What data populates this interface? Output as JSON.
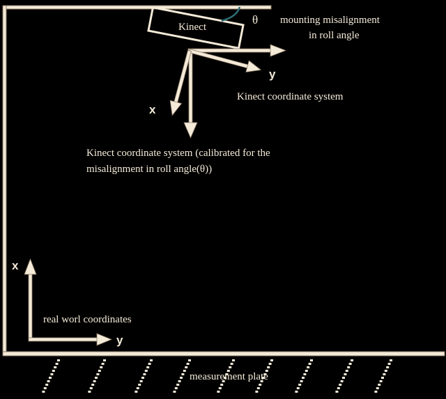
{
  "labels": {
    "theta": "θ",
    "mounting": "mounting misalignment",
    "mounting_roll": "in roll angle",
    "kinect": "Kinect",
    "kinect_cs": "Kinect coordinate system",
    "calibrated_line1": "Kinect coordinate system (calibrated for the",
    "calibrated_line2": "misalignment in roll angle(θ))",
    "real_world": "real worl coordinates",
    "measurement_plate": "measurement plate"
  },
  "axes": {
    "kinect_x": "x",
    "kinect_y": "y",
    "world_x": "x",
    "world_y": "y"
  },
  "colors": {
    "foreground": "#f4ead8",
    "background": "#000000",
    "arc": "#2e6e76"
  }
}
